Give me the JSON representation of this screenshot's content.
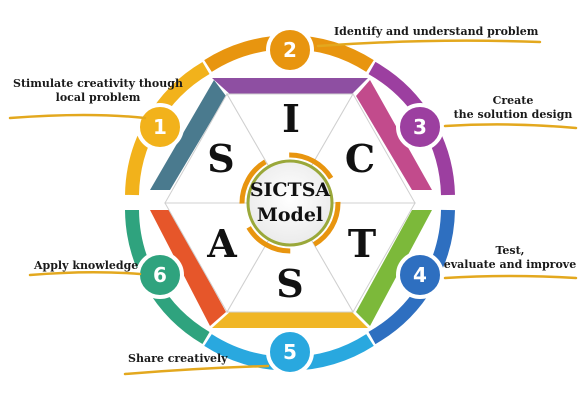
{
  "center": {
    "line1": "SICTSA",
    "line2": "Model"
  },
  "colors": {
    "step1": "#F2B21B",
    "step2": "#E8950F",
    "step3": "#9C3FA0",
    "step4": "#2E6FC0",
    "step5": "#29A8DF",
    "step6": "#2FA37E",
    "accent_line": "#E3A81E"
  },
  "steps": [
    {
      "number": "1",
      "letter": "S",
      "label_lines": [
        "Stimulate creativity though",
        "local problem"
      ]
    },
    {
      "number": "2",
      "letter": "I",
      "label_lines": [
        "Identify and understand problem"
      ]
    },
    {
      "number": "3",
      "letter": "C",
      "label_lines": [
        "Create",
        "the solution design"
      ]
    },
    {
      "number": "4",
      "letter": "T",
      "label_lines": [
        "Test,",
        "evaluate and improve"
      ]
    },
    {
      "number": "5",
      "letter": "S",
      "label_lines": [
        "Share creatively"
      ]
    },
    {
      "number": "6",
      "letter": "A",
      "label_lines": [
        "Apply knowledge"
      ]
    }
  ]
}
